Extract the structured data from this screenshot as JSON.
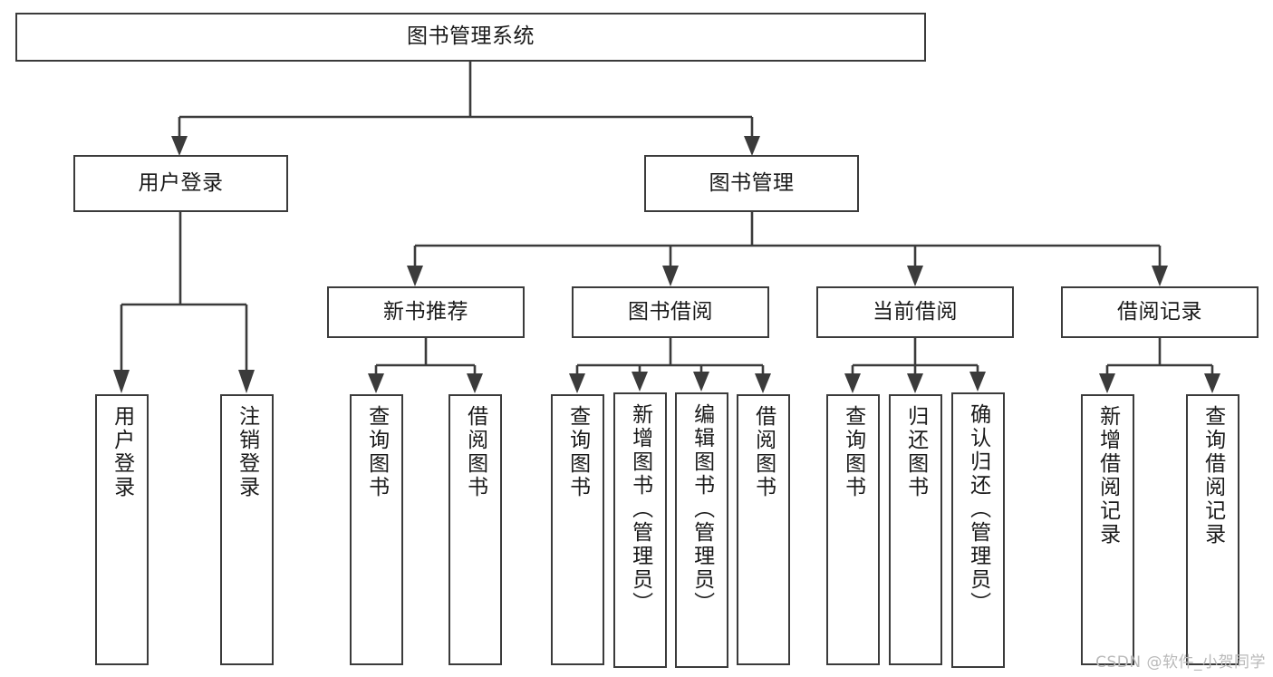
{
  "diagram": {
    "title": "图书管理系统",
    "type": "tree-hierarchy",
    "style": {
      "stroke": "#3b3b3b",
      "fill": "#ffffff",
      "text": "#1a1a1a",
      "watermark_color": "#b9b9b9"
    },
    "root": {
      "label": "图书管理系统"
    },
    "level2": [
      {
        "label": "用户登录"
      },
      {
        "label": "图书管理"
      }
    ],
    "level3": [
      {
        "label": "新书推荐"
      },
      {
        "label": "图书借阅"
      },
      {
        "label": "当前借阅"
      },
      {
        "label": "借阅记录"
      }
    ],
    "leaves": {
      "user_login": [
        {
          "label": "用户登录"
        },
        {
          "label": "注销登录"
        }
      ],
      "new_book_recommend": [
        {
          "label": "查询图书"
        },
        {
          "label": "借阅图书"
        }
      ],
      "book_borrow": [
        {
          "label": "查询图书"
        },
        {
          "label": "新增图书（管理员）"
        },
        {
          "label": "编辑图书（管理员）"
        },
        {
          "label": "借阅图书"
        }
      ],
      "current_borrow": [
        {
          "label": "查询图书"
        },
        {
          "label": "归还图书"
        },
        {
          "label": "确认归还（管理员）"
        }
      ],
      "borrow_records": [
        {
          "label": "新增借阅记录"
        },
        {
          "label": "查询借阅记录"
        }
      ]
    }
  },
  "watermark": {
    "text": "CSDN @软件_小贺同学"
  }
}
